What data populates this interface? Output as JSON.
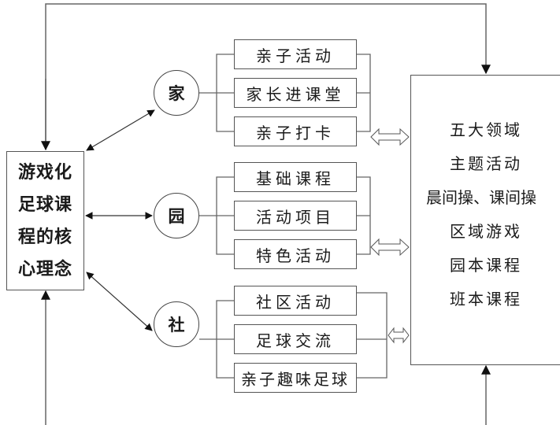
{
  "core": {
    "lines": [
      "游戏化",
      "足球课",
      "程的核",
      "心理念"
    ]
  },
  "groups": [
    {
      "node": "家",
      "items": [
        "亲子活动",
        "家长进课堂",
        "亲子打卡"
      ]
    },
    {
      "node": "园",
      "items": [
        "基础课程",
        "活动项目",
        "特色活动"
      ]
    },
    {
      "node": "社",
      "items": [
        "社区活动",
        "足球交流",
        "亲子趣味足球"
      ]
    }
  ],
  "target": {
    "lines": [
      "五大领域",
      "主题活动",
      "晨间操、课间操",
      "区域游戏",
      "园本课程",
      "班本课程"
    ]
  }
}
